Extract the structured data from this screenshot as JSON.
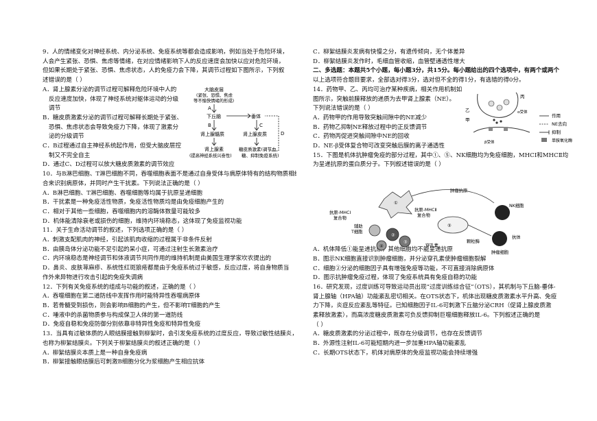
{
  "left_column": {
    "q9": [
      "9．人的情绪变化对神经系统、内分泌系统、免疫系统等都会造成影响，例如当处于危险环境，",
      "人会产生紧张、恐惧、焦虑等情绪，在对应情绪影响下人的反应速度会加快以应对危险环境，",
      "但如果长期处于紧张、恐惧、焦虑状态，人的免疫力会下降，其调节过程如下图所示，下列叙",
      "述错误的是（    ）",
      "A．肾上腺素分泌的调节过程可解释危险环境中人的",
      "反应速度加快，体现了神经系统对躯体运动的分级",
      "调节",
      "B．糖皮质激素分泌的调节过程可解释长期处于紧张、",
      "恐惧、焦虑状态会导致免疫力下降，体现了激素分",
      "泌的分级调节",
      "C．B过程通过自主神经系统起作用，但受大脑皮层控",
      "制又不完全自主",
      "D．通过C、D过程可以放大糖皮质激素的调节效应"
    ],
    "diagram": {
      "cortex": "大脑皮层",
      "cortex_note_1": "(紧张、恐惧、焦虑",
      "cortex_note_2": "等不愉快情绪的形成)",
      "label_a": "A",
      "label_b": "B",
      "label_c": "C",
      "label_d": "D",
      "hypothalamus": "下丘脑",
      "pituitary": "垂体",
      "medulla": "肾上腺髓质",
      "cortex_gland": "肾上腺皮质",
      "adrenaline": "肾上腺素",
      "adrenaline_note": "(提高神经系统兴奋性)",
      "cortisol": "糖皮质激素(调节血",
      "cortisol_note": "糖、抑制免疫系统)"
    },
    "q10": [
      "10．与B淋巴细胞、T淋巴细胞不同，吞噬细胞表面不是通过自身受体与病原体特有的结构物质相结",
      "合来识别病原体，并同时产生干扰素。下列说法正确的是（    ）",
      "A．B淋巴细胞、T淋巴细胞、吞噬细胞等均属于抗原呈递细胞",
      "B．干扰素是一种免疫活性物质，免疫活性物质均是由免疫细胞产生的",
      "C．相对于其他一些细胞，吞噬细胞内的溶酶体数量可能较多",
      "D．机体能清除衰老或损伤的细胞，维持内环境稳态，这体现了免疫监视功能"
    ],
    "q11": [
      "11．关于生命活动调节的叙述，下列选项正确的是（    ）",
      "A．刺激支配肌肉的神经，引起该肌肉收缩的过程属于非条件反射",
      "B．由胰岛体分泌功能不足引起的呆小症，可通过注射生长激素治疗",
      "C．内环境稳态是神经调节和体液调节共同作用的维持机制是由美国生理学家坎农提出的",
      "D．鼻炎、皮肤荨麻疹、系统性红斑狼疮都是由于免疫系统过于敏感，反应过度，将自身物质当",
      "作外来异物进行攻击引起的免疫失调病"
    ],
    "q12": [
      "12．下列有关免疫系统的组成与功能的叙述，正确的是（    ）",
      "A．吞噬细胞在第二道防线中发挥作用时能特异性吞噬病原体",
      "B．若骨髓受到损伤，则会影响B细胞的产生，但不影响T细胞的产生",
      "C．唾液中的杀菌物质参与构成保卫人体的第一道防线",
      "D．免疫自稳和免疫防御分别依靠非特异性免疫和特异性免疫"
    ],
    "q13": [
      "13．当具有过敏体质的人眼结膜接触到柳絮时，会引发免疫系统的过度反应，导致过敏性结膜炎，",
      "也称为柳絮结膜炎。下列关于柳絮结膜炎的叙述正确的是（    ）",
      "A．柳絮结膜炎本质上是一种自身免疫病",
      "B．柳絮接触眼结膜后可刺激B细胞分化为浆细胞产生相应抗体"
    ]
  },
  "right_column": {
    "q13_cont": [
      "C．柳絮结膜炎发病有快慢之分，有遗传倾向，无个体差异",
      "D．柳絮结膜炎发作时，毛细血管收缩，血管壁通透性增大"
    ],
    "section_title": "二、多选题：本题共5个小题，每小题3分，共15分。每小题给出的四个选项中，有两个或两个",
    "section_lines": [
      "以上选项符合题目要求，全部选对得3分，选对但不全的得1分，有选错的得0分。"
    ],
    "q14": [
      "14．药物甲、乙、丙均可治疗某种疾病，相关作用机制如",
      "图所示，突触前膜释放的递质为去甲肾上腺素（NE）。",
      "下列说法错误的是（    ）",
      "A．药物甲的作用导致突触间隙中的NE减少",
      "B．药物乙抑制NE释放过程中的正反馈调节",
      "C．药物丙促进突触间隙中NE的回收",
      "D．NE-β受体复合物可改变突触后膜的离子通透性"
    ],
    "synapse": {
      "drug_yi": "乙",
      "drug_jia": "甲",
      "drug_bing": "丙",
      "receptor_a": "α受体",
      "receptor_b": "β受体",
      "leg_action": "作用",
      "leg_ne": "NE去向",
      "leg_inhibit": "抑制",
      "leg_enzyme": "单胺氧化酶"
    },
    "q15_intro": [
      "15．下图是机体抗肿瘤免疫的部分过程，其中①、⑤、NK细胞均为免疫细胞，MHCⅠ和MHCⅡ均",
      "为呈递抗原的蛋白质分子。下列叙述错误的是（    ）"
    ],
    "immune": {
      "tumor_antigen": "肿瘤抗原",
      "mhc1_complex": "抗原-MHCⅠ",
      "mhc1_complex2": "复合物",
      "mhc2_complex": "抗原-MHCⅡ",
      "mhc2_complex2": "复合物",
      "helper": "辅助",
      "helper2": "T细胞",
      "nk": "NK细胞",
      "perforin": "穿孔素",
      "granzyme": "颗粒酶",
      "tumor_cell": "肿瘤细胞",
      "antibody": "抗体",
      "n1": "①",
      "n2": "②",
      "n3": "③",
      "n4": "④",
      "n5": "⑤",
      "left_label": "抗原-MHCⅠ",
      "left_label2": "复合物"
    },
    "q15": [
      "A．机体降低①能呈递抗原，其他细胞均不能呈递抗原",
      "B．图示NK细胞直接识别肿瘤细胞，并分泌穿孔素使肿瘤细胞裂解",
      "C．细胞②分泌的细胞因子具有增强免疫等功能，不可直接消除病原体",
      "D．图示抗肿瘤免疫过程，体现了免疫系统具有免疫自稳的功能"
    ],
    "q16": [
      "16．研究发现，过度训练可导致运动员出现“过度训练综合征”（OTS），其机制与下丘脑-垂体-",
      "肾上腺轴（HPA轴）功能紊乱密切相关。在OTS状态下，机体出现糖皮质激素水平升高、免疫",
      "力下降，炎症反应紊乱等特征。已知细胞因子IL-6可刺激下丘脑分泌CRH（促肾上腺皮质激",
      "素释放激素），而高浓度糖皮质激素可负反馈抑制巨噬细胞释放IL-6。下列叙述正确的是",
      "（    ）",
      "A．糖皮质激素的分泌过程中，既存在分级调节，也存在反馈调节",
      "B．外源性注射IL-6可能短期内进一步加重HPA轴功能紊乱",
      "C．长期OTS状态下，机体对病原体的免疫监视功能会持续增强"
    ]
  }
}
